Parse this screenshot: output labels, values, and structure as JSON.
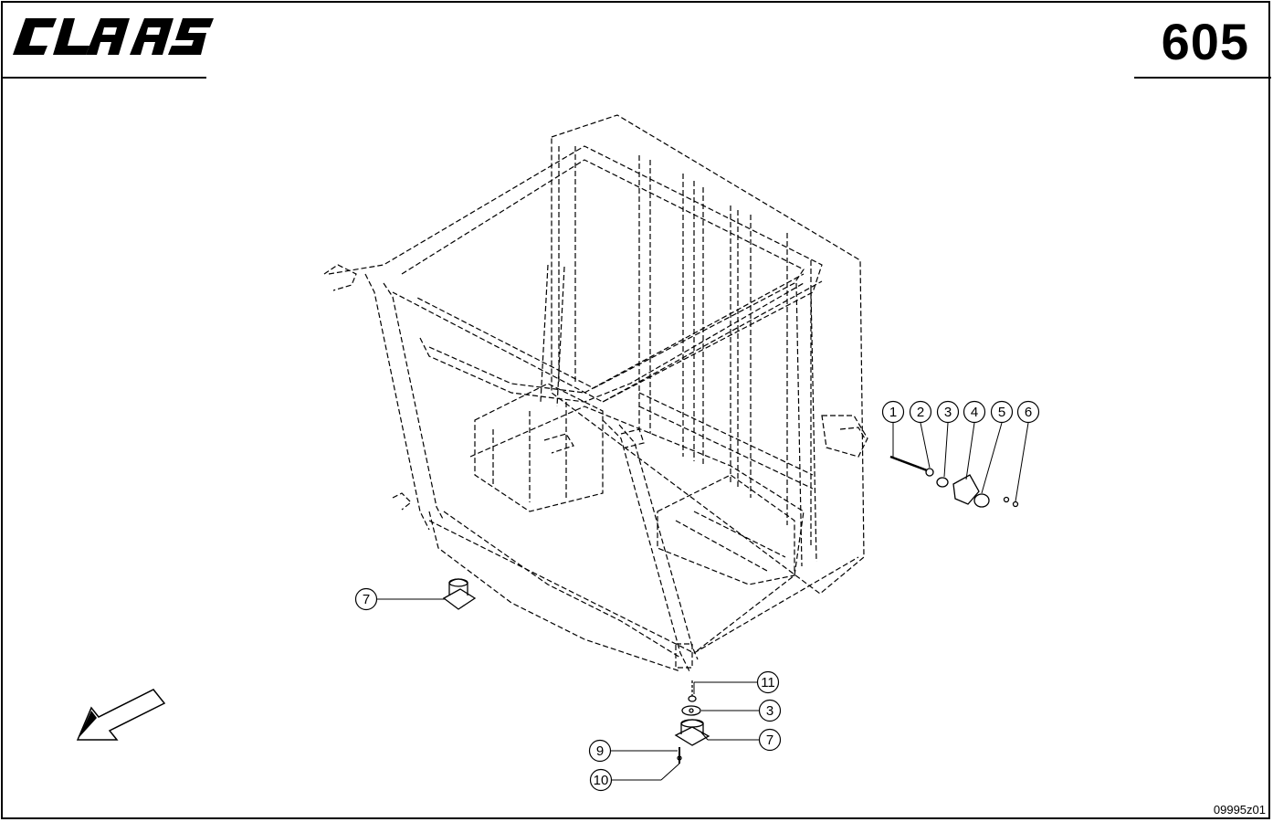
{
  "header": {
    "brand": "CLAAS",
    "page_number": "605"
  },
  "footer": {
    "document_id": "09995z01"
  },
  "callouts": {
    "c1": "1",
    "c2": "2",
    "c3": "3",
    "c4": "4",
    "c5": "5",
    "c6": "6",
    "c7a": "7",
    "c11": "11",
    "c3b": "3",
    "c7b": "7",
    "c9": "9",
    "c10": "10"
  },
  "icons": {
    "direction": "direction-arrow-icon"
  }
}
